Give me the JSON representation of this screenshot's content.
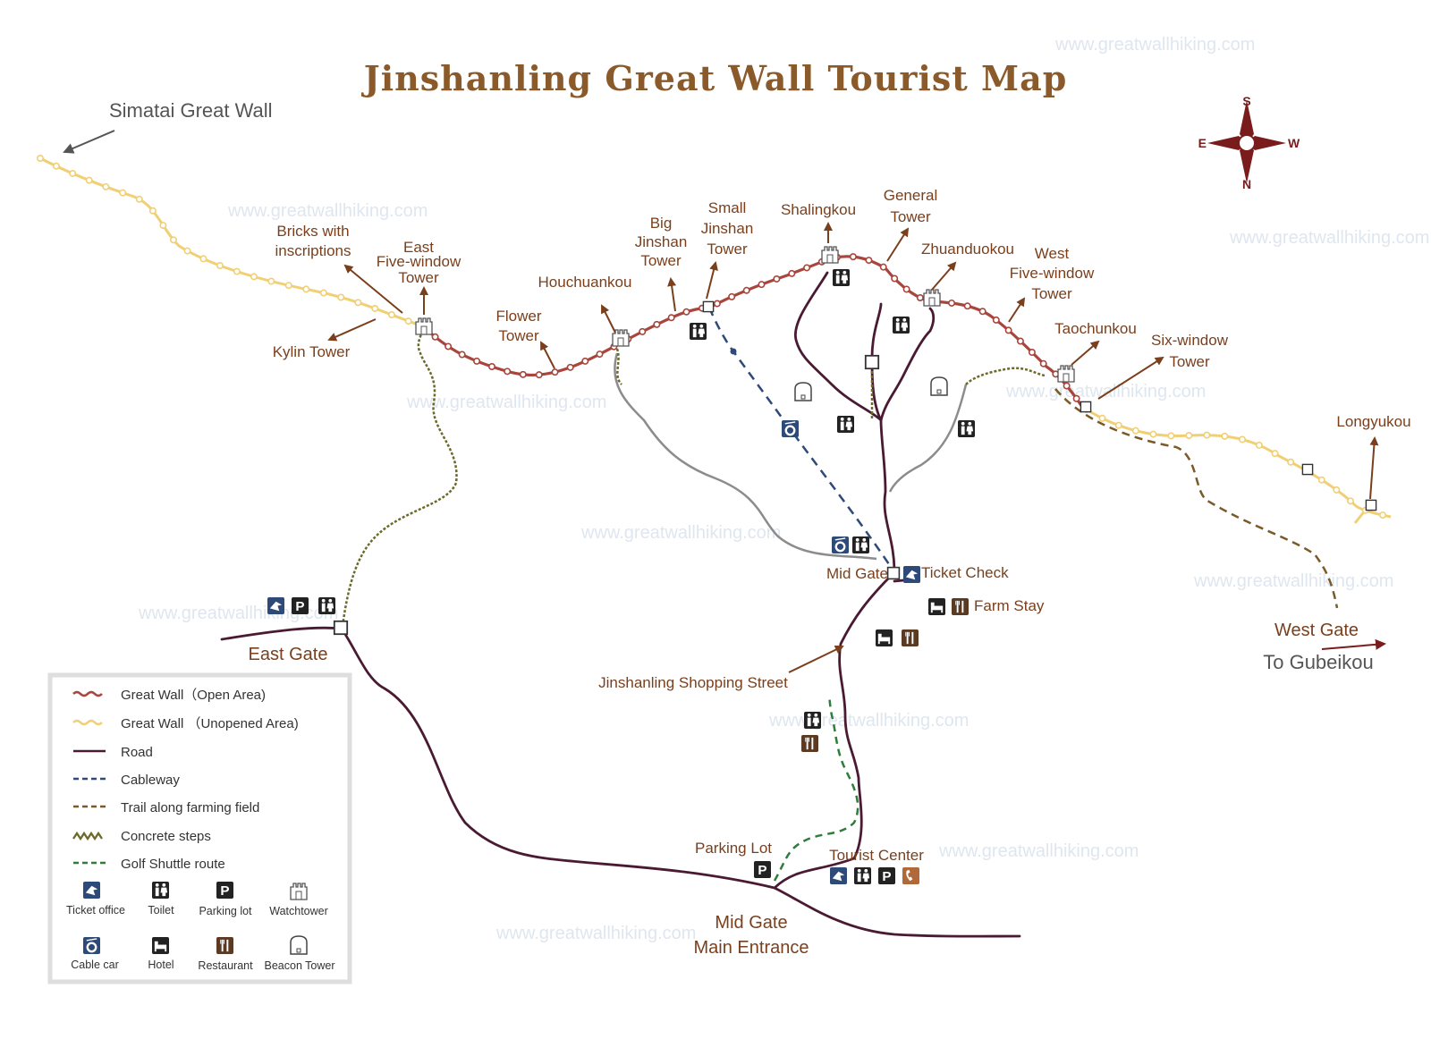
{
  "title": "Jinshanling Great Wall Tourist Map",
  "watermark": "www.greatwallhiking.com",
  "compass": {
    "top": "S",
    "bottom": "N",
    "left": "E",
    "right": "W"
  },
  "colors": {
    "wall_open": "#a8453c",
    "wall_unopened": "#f0cf75",
    "road": "#4a1a33",
    "cableway": "#2e4a78",
    "trail": "#7a5a2a",
    "concrete_steps": "#6b6a2a",
    "golf_shuttle": "#2e7d3a",
    "hiking_path": "#8c8c8c",
    "label": "#7a3f1c"
  },
  "labels": {
    "simatai": "Simatai Great Wall",
    "bricks_1": "Bricks with",
    "bricks_2": "inscriptions",
    "east_five_1": "East",
    "east_five_2": "Five-window",
    "east_five_3": "Tower",
    "kylin": "Kylin Tower",
    "flower_1": "Flower",
    "flower_2": "Tower",
    "houchuankou": "Houchuankou",
    "big_jinshan_1": "Big",
    "big_jinshan_2": "Jinshan",
    "big_jinshan_3": "Tower",
    "small_jinshan_1": "Small",
    "small_jinshan_2": "Jinshan",
    "small_jinshan_3": "Tower",
    "shalingkou": "Shalingkou",
    "general_1": "General",
    "general_2": "Tower",
    "zhuanduokou": "Zhuanduokou",
    "west_five_1": "West",
    "west_five_2": "Five-window",
    "west_five_3": "Tower",
    "taochunkou": "Taochunkou",
    "six_window_1": "Six-window",
    "six_window_2": "Tower",
    "longyukou": "Longyukou",
    "mid_gate": "Mid Gate",
    "ticket_check": "Ticket Check",
    "farm_stay": "Farm Stay",
    "east_gate": "East Gate",
    "west_gate": "West Gate",
    "to_gubeikou": "To Gubeikou",
    "shopping_street": "Jinshanling Shopping Street",
    "parking_lot": "Parking Lot",
    "tourist_center": "Tourist  Center",
    "main_entrance_1": "Mid Gate",
    "main_entrance_2": "Main Entrance"
  },
  "legend": {
    "lines": [
      {
        "label": "Great Wall（Open Area)"
      },
      {
        "label": "Great Wall  （Unopened Area)"
      },
      {
        "label": "Road"
      },
      {
        "label": "Cableway"
      },
      {
        "label": "Trail along farming field"
      },
      {
        "label": "Concrete steps"
      },
      {
        "label": "Golf Shuttle route"
      }
    ],
    "icons": [
      {
        "label": "Ticket office",
        "icon": "ticket-office-icon"
      },
      {
        "label": "Toilet",
        "icon": "toilet-icon"
      },
      {
        "label": "Parking lot",
        "icon": "parking-icon"
      },
      {
        "label": "Watchtower",
        "icon": "watchtower-icon"
      },
      {
        "label": "Cable car",
        "icon": "cable-car-icon"
      },
      {
        "label": "Hotel",
        "icon": "hotel-icon"
      },
      {
        "label": "Restaurant",
        "icon": "restaurant-icon"
      },
      {
        "label": "Beacon Tower",
        "icon": "beacon-tower-icon"
      }
    ]
  }
}
